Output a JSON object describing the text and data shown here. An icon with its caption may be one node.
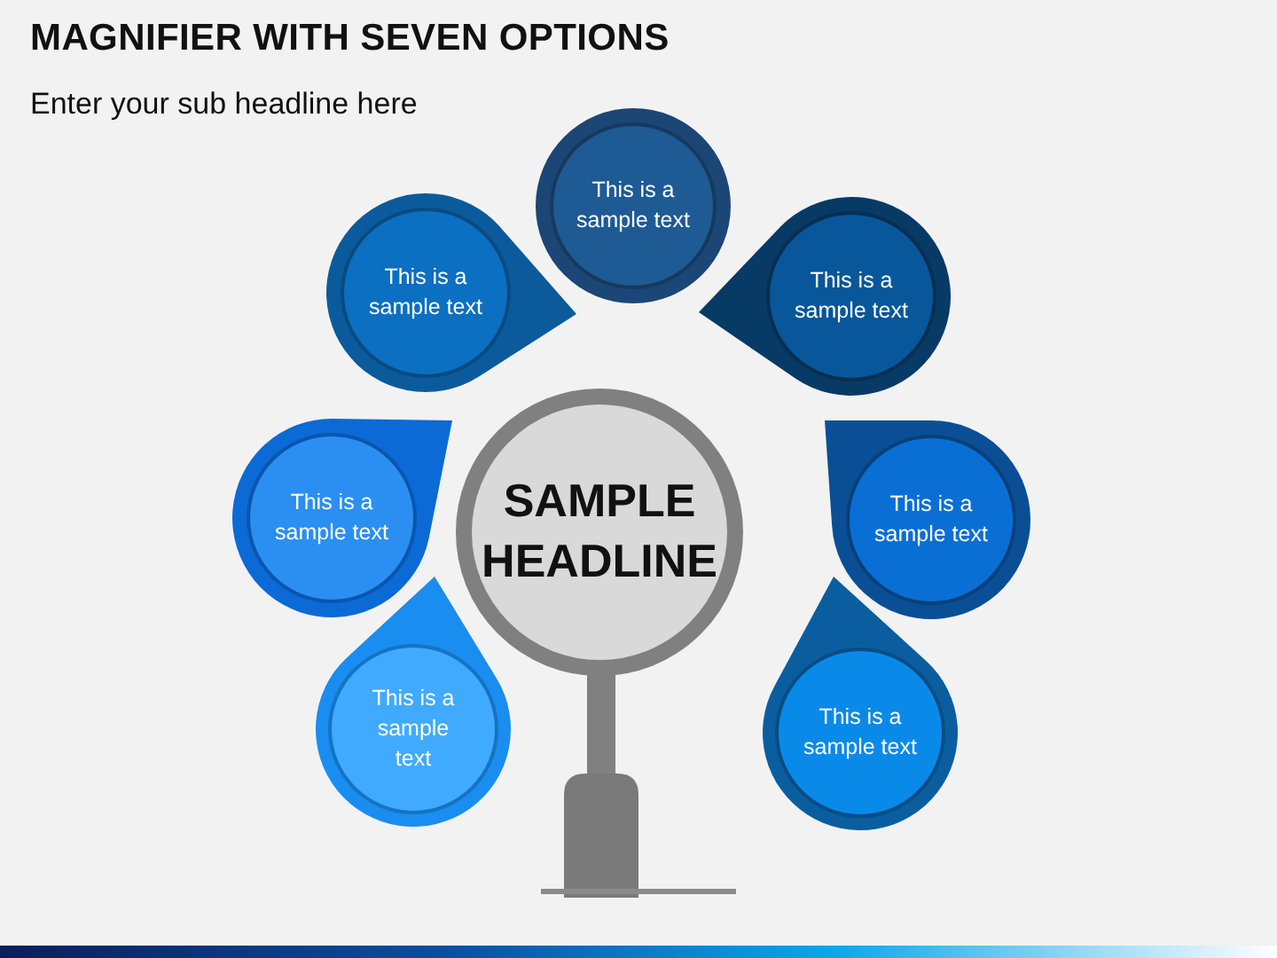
{
  "diagram": {
    "title": "MAGNIFIER WITH SEVEN OPTIONS",
    "nodes": [
      {
        "text": [
          "This is a sample text"
        ]
      },
      {
        "text": [
          "This is a sample text"
        ]
      },
      {
        "text": [
          "This is a sample text"
        ]
      },
      {
        "text": [
          "This is a sample text"
        ]
      },
      {
        "text": [
          "SAMPLE HEADLINE"
        ]
      },
      {
        "text": [
          "This is a sample text"
        ]
      },
      {
        "text": [
          "This is a sample text"
        ]
      },
      {
        "text": [
          "This is a sample text"
        ]
      }
    ],
    "labels": [
      "Enter your sub headline here"
    ]
  }
}
